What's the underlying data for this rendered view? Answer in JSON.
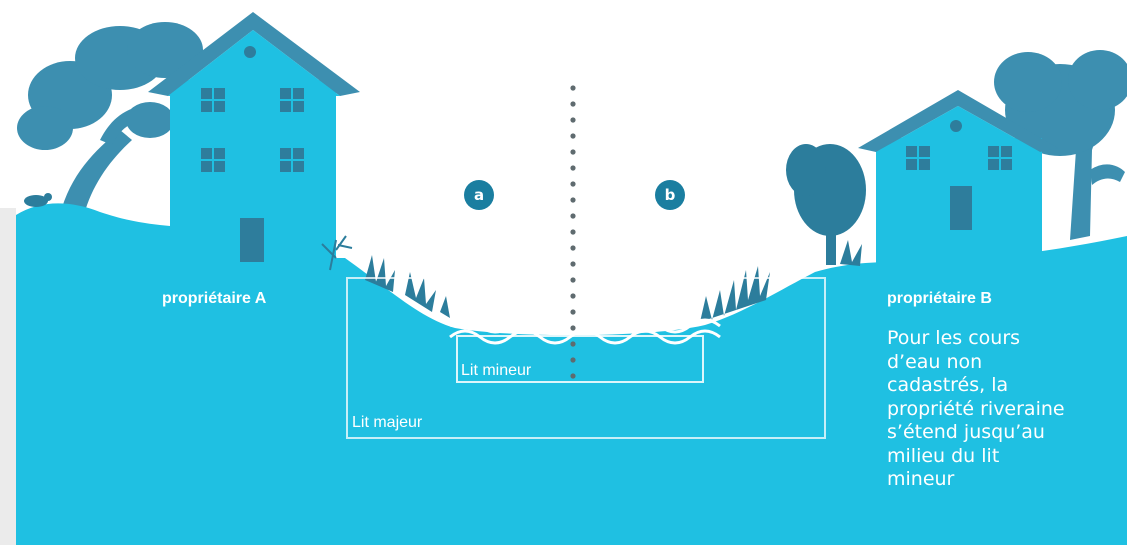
{
  "colors": {
    "ground": "#1fc0e2",
    "dark": "#3d8fb0",
    "dark_teal": "#2c7d9c",
    "window": "#2e7d9c",
    "divider": "#5f6b6f",
    "sidebar": "#ebebeb",
    "white": "#ffffff"
  },
  "labels": {
    "owner_a": "propriétaire A",
    "owner_b": "propriétaire B",
    "lit_mineur": "Lit mineur",
    "lit_majeur": "Lit majeur",
    "zone_a": "a",
    "zone_b": "b"
  },
  "note": {
    "lines": [
      "Pour les cours",
      "d’eau non",
      "cadastrés, la",
      "propriété riveraine",
      "s’étend jusqu’au",
      "milieu du lit",
      "mineur"
    ]
  }
}
